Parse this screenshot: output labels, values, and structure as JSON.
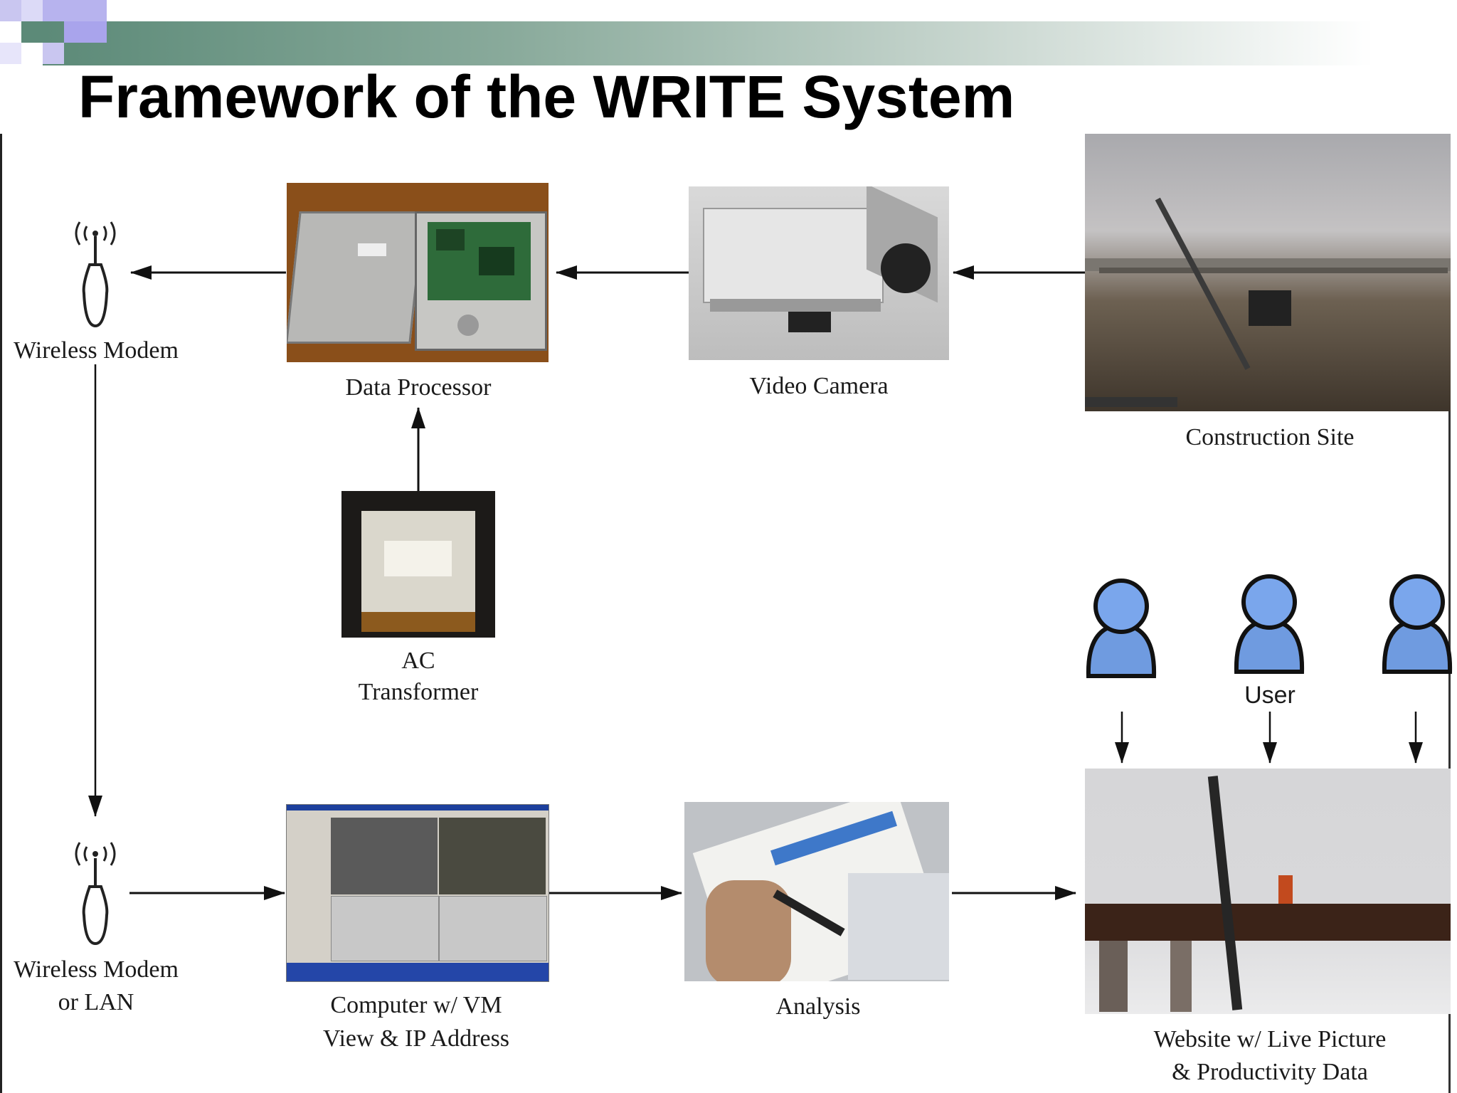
{
  "slide": {
    "title": "Framework of the WRITE System"
  },
  "diagram": {
    "nodes": {
      "wireless_modem_top": "Wireless Modem",
      "data_processor": "Data Processor",
      "video_camera": "Video Camera",
      "construction_site": "Construction Site",
      "ac_transformer_line1": "AC",
      "ac_transformer_line2": "Transformer",
      "wireless_modem_bottom_line1": "Wireless Modem",
      "wireless_modem_bottom_line2": "or LAN",
      "computer_line1": "Computer w/ VM",
      "computer_line2": "View & IP Address",
      "analysis": "Analysis",
      "website_line1": "Website w/ Live Picture",
      "website_line2": "& Productivity Data",
      "user": "User"
    },
    "colors": {
      "accent_green": "#5c8a78",
      "user_blue": "#6f9be0",
      "arrow": "#111111"
    }
  }
}
